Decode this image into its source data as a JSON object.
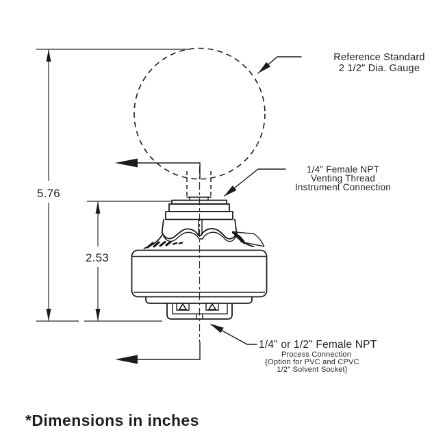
{
  "drawing": {
    "title_note": "*Dimensions in inches",
    "dimensions": {
      "overall_height_in": "5.76",
      "guard_height_in": "2.53"
    },
    "callouts": {
      "reference_gauge": {
        "line1": "Reference Standard",
        "line2": "2 1/2\" Dia. Gauge"
      },
      "vent_connection": {
        "line1": "1/4\" Female NPT",
        "line2": "Venting Thread",
        "line3": "Instrument Connection"
      },
      "process_connection": {
        "line1": "1/4\" or 1/2\" Female NPT",
        "line2": "Process Connection",
        "line3": "{Option for PVC and CPVC",
        "line4": "1/2\" Solvent Socket}"
      }
    },
    "units": "inches"
  },
  "colors": {
    "ink": "#1b1b1b",
    "dimension_line": "#3c3c3c",
    "background": "#ffffff"
  }
}
